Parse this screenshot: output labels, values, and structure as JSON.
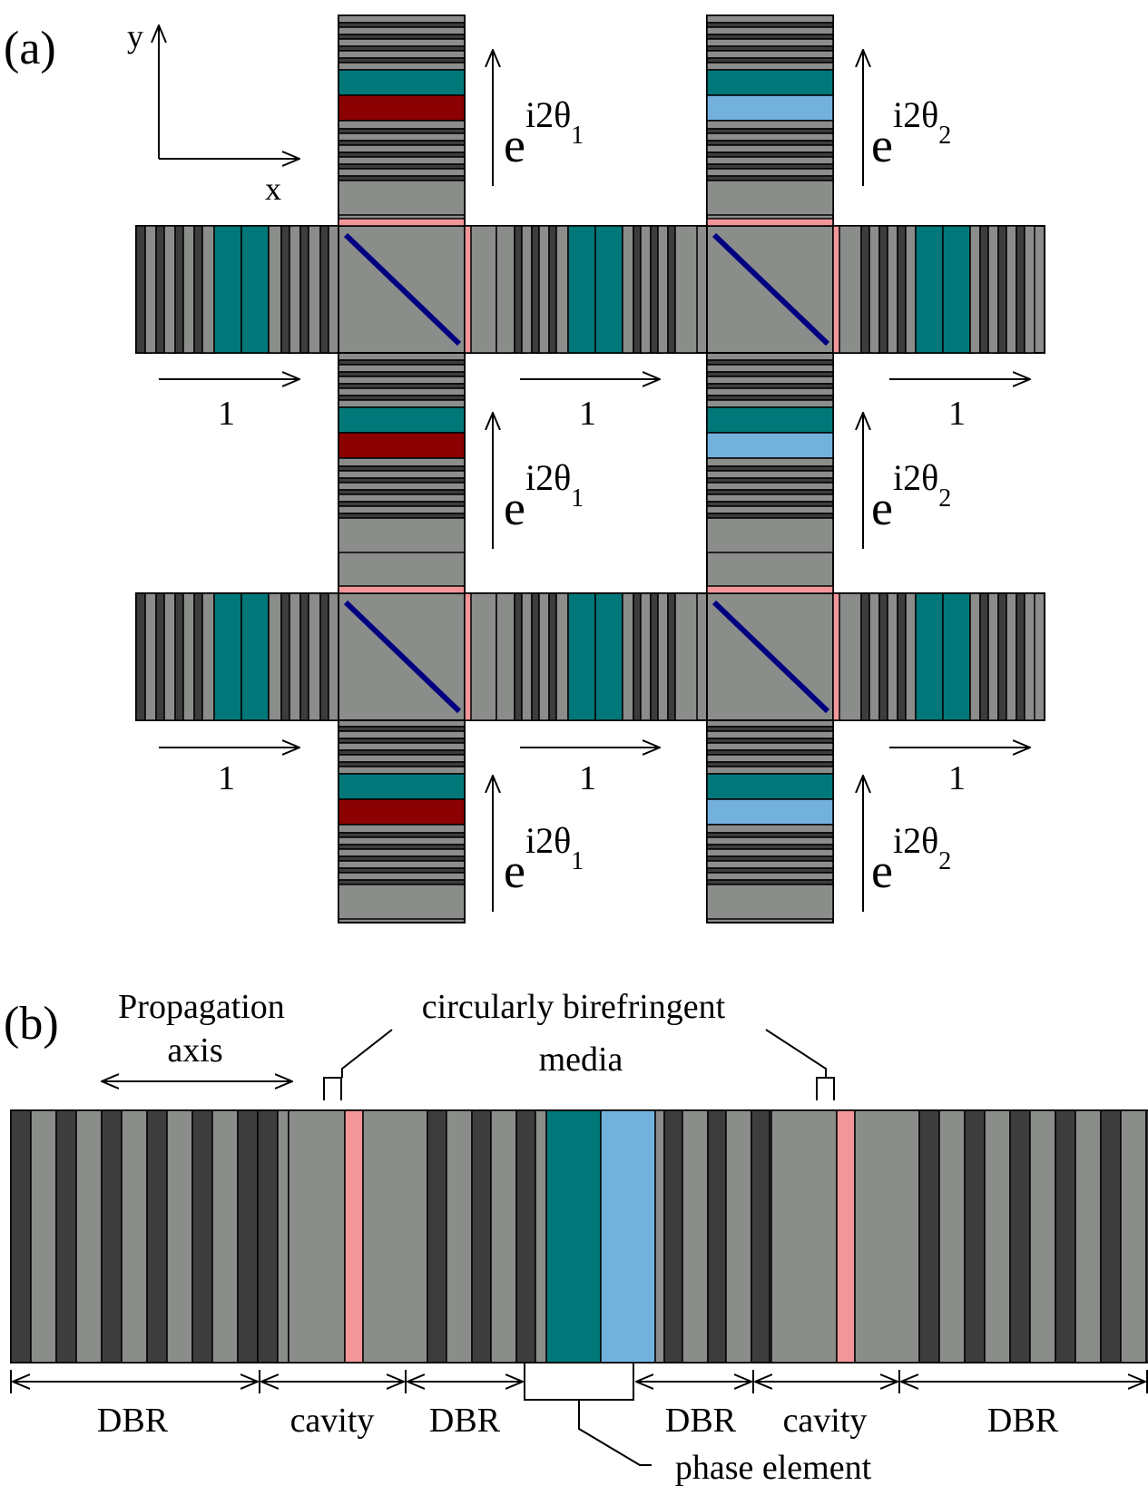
{
  "panel_a": {
    "label": "(a)",
    "axis_y": "y",
    "axis_x": "x",
    "transmission_x": "1",
    "phase_left": {
      "base": "e",
      "sup": "i2θ",
      "sub": "1"
    },
    "phase_right": {
      "base": "e",
      "sup": "i2θ",
      "sub": "2"
    },
    "colors": {
      "dbr_dark": "#3d3d3d",
      "dbr_light": "#8b8d8b",
      "circular_birefringent": "#f2969a",
      "teal_element": "#00787a",
      "red_element": "#8b0000",
      "blue_element": "#73b1dd",
      "beam_splitter": "#000080"
    }
  },
  "panel_b": {
    "label": "(b)",
    "propagation_line1": "Propagation",
    "propagation_line2": "axis",
    "media_line1": "circularly birefringent",
    "media_line2": "media",
    "segments": [
      "DBR",
      "cavity",
      "DBR",
      "DBR",
      "cavity",
      "DBR"
    ],
    "phase_element": "phase element"
  }
}
